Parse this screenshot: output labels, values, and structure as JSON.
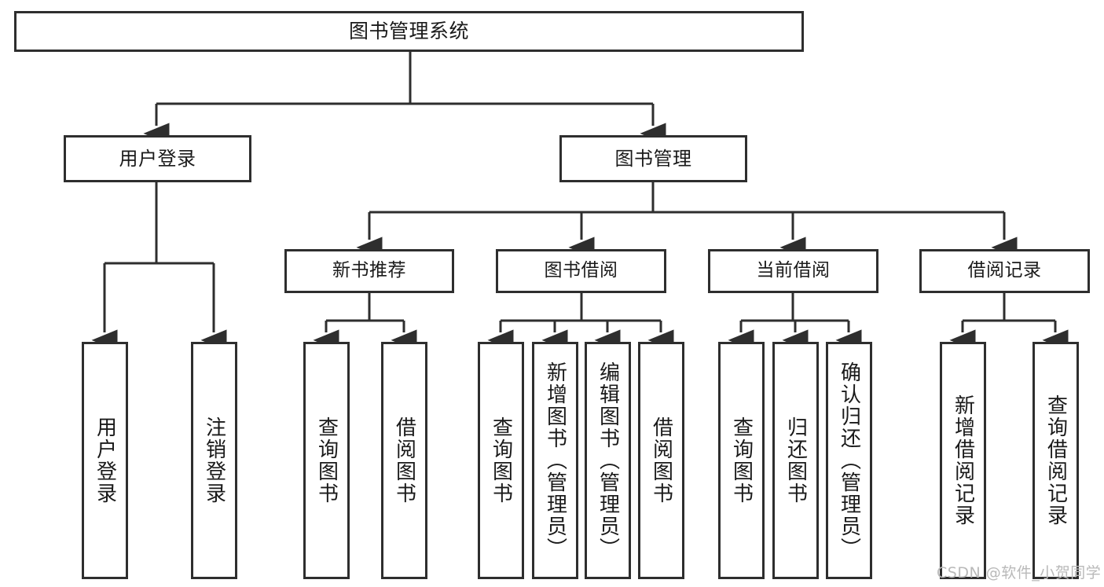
{
  "diagram": {
    "type": "tree-hierarchy-chart",
    "title": "图书管理系统",
    "background_color": "#ffffff",
    "line_color": "#2e2e2e",
    "box_border_color": "#2e2e2e",
    "text_color": "#1a1a1a"
  },
  "nodes": {
    "root": {
      "label": "图书管理系统"
    },
    "level2": [
      {
        "label": "用户登录"
      },
      {
        "label": "图书管理"
      }
    ],
    "level3": [
      {
        "label": "新书推荐"
      },
      {
        "label": "图书借阅"
      },
      {
        "label": "当前借阅"
      },
      {
        "label": "借阅记录"
      }
    ],
    "leaves": {
      "user_login": [
        {
          "label": "用户登录"
        },
        {
          "label": "注销登录"
        }
      ],
      "new_book_recommend": [
        {
          "label": "查询图书"
        },
        {
          "label": "借阅图书"
        }
      ],
      "book_borrow": [
        {
          "label": "查询图书"
        },
        {
          "label": "新增图书（管理员）"
        },
        {
          "label": "编辑图书（管理员）"
        },
        {
          "label": "借阅图书"
        }
      ],
      "current_borrow": [
        {
          "label": "查询图书"
        },
        {
          "label": "归还图书"
        },
        {
          "label": "确认归还（管理员）"
        }
      ],
      "borrow_record": [
        {
          "label": "新增借阅记录"
        },
        {
          "label": "查询借阅记录"
        }
      ]
    }
  },
  "watermark": {
    "text": "CSDN @软件_小贺同学",
    "color": "#b9b9b9"
  }
}
